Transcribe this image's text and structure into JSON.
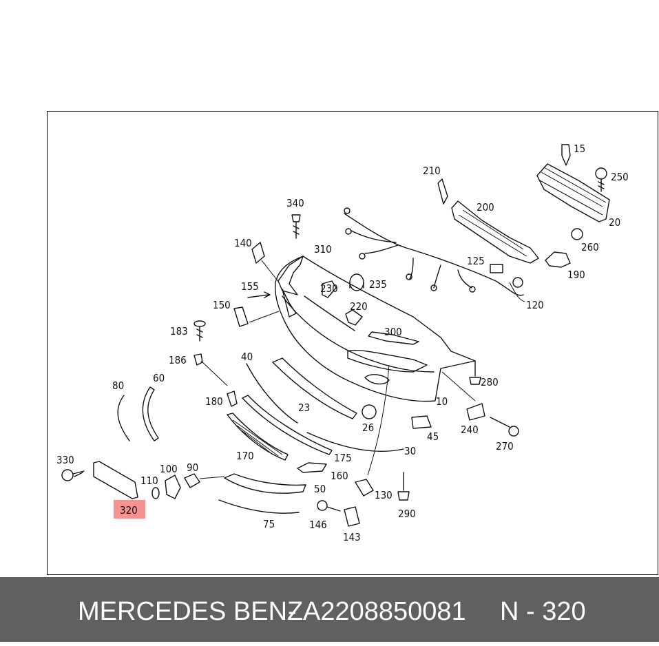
{
  "parts": {
    "l15": "15",
    "l250": "250",
    "l20": "20",
    "l260": "260",
    "l190": "190",
    "l210": "210",
    "l200": "200",
    "l125": "125",
    "l120": "120",
    "l340": "340",
    "l140": "140",
    "l310": "310",
    "l230": "230",
    "l235": "235",
    "l155": "155",
    "l150": "150",
    "l220": "220",
    "l300": "300",
    "l183": "183",
    "l186": "186",
    "l40": "40",
    "l23": "23",
    "l10": "10",
    "l280": "280",
    "l80": "80",
    "l60": "60",
    "l180": "180",
    "l26": "26",
    "l45": "45",
    "l240": "240",
    "l270": "270",
    "l170": "170",
    "l175": "175",
    "l30": "30",
    "l330": "330",
    "l100": "100",
    "l90": "90",
    "l110": "110",
    "l160": "160",
    "l50": "50",
    "l130": "130",
    "l290": "290",
    "l320": "320",
    "l75": "75",
    "l146": "146",
    "l143": "143"
  },
  "highlight": {
    "label": "320",
    "color": "#f47f7f"
  },
  "footer": {
    "brand": "MERCEDES BENZ",
    "separator": "-",
    "part_number": "A2208850081",
    "ref": "N - 320",
    "background": "#606060"
  }
}
